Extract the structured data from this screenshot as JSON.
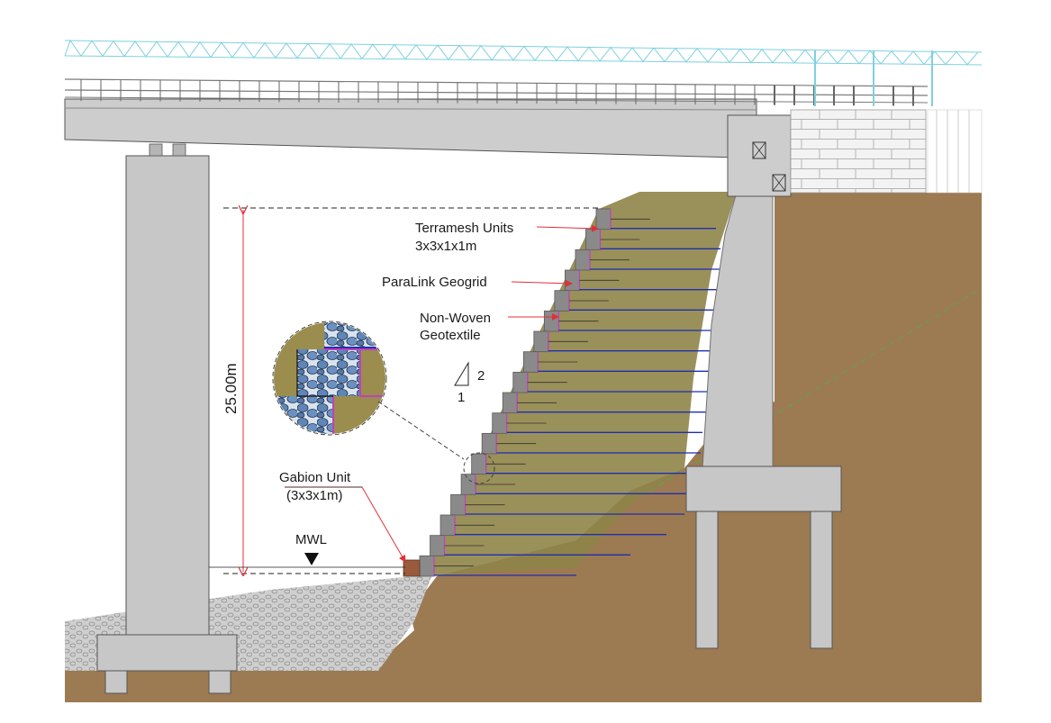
{
  "labels": {
    "terramesh_line1": "Terramesh Units",
    "terramesh_line2": "3x3x1x1m",
    "geogrid": "ParaLink Geogrid",
    "geotextile_line1": "Non-Woven",
    "geotextile_line2": "Geotextile",
    "slope_rise": "2",
    "slope_run": "1",
    "height_dimension": "25.00m",
    "gabion_line1": "Gabion Unit",
    "gabion_line2": "(3x3x1m)",
    "mwl": "MWL"
  },
  "colors": {
    "soil": "#9c7a52",
    "fill": "#8f8448",
    "facing_block": "#8a8a8a",
    "gabion": "#9a5a3c",
    "concrete": "#c7c7c7",
    "geogrid": "#1f2fb0",
    "geotextile": "#c040c0",
    "leader_arrow": "#e0303a",
    "rockfill": "#5f86b8",
    "railing": "#7fd0e0"
  },
  "layers": {
    "reinforcement_count": 18,
    "facing_units": 18
  }
}
